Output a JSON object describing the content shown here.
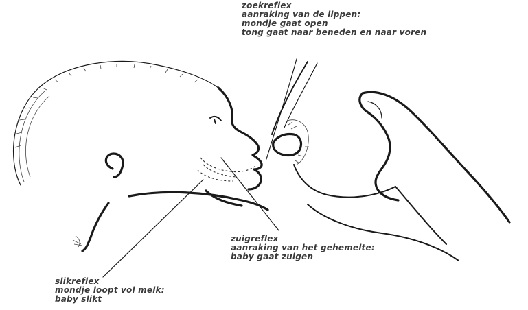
{
  "annotations": {
    "rooting": {
      "title": "zoekreflex",
      "lines": [
        "aanraking van de lippen:",
        "mondje gaat open",
        "tong gaat naar beneden en naar voren"
      ]
    },
    "sucking": {
      "title": "zuigreflex",
      "lines": [
        "aanraking van het gehemelte:",
        "baby gaat zuigen"
      ]
    },
    "swallowing": {
      "title": "slikreflex",
      "lines": [
        "mondje loopt vol melk:",
        "baby slikt"
      ]
    }
  }
}
